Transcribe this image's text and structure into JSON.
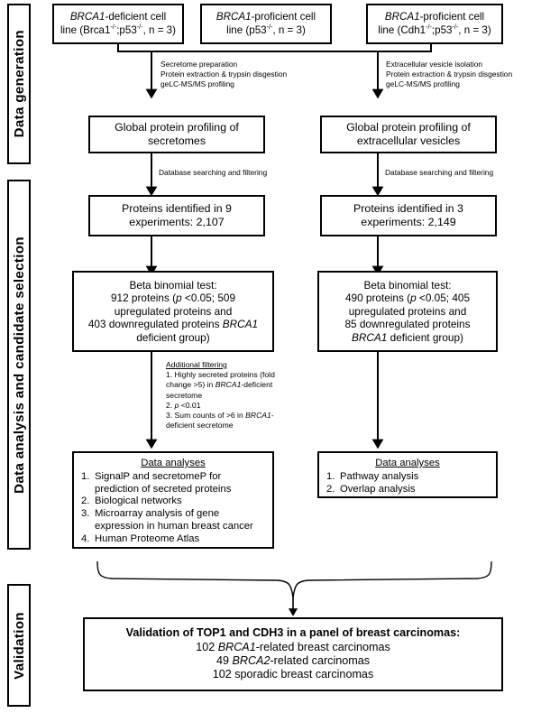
{
  "figure": {
    "type": "flowchart",
    "title": "Proteomics study workflow: BRCA1-deficient vs BRCA1-proficient cell lines"
  },
  "phases": [
    {
      "id": "data-generation",
      "label": "Data generation"
    },
    {
      "id": "data-analysis",
      "label": "Data analysis and candidate selection"
    },
    {
      "id": "validation",
      "label": "Validation"
    }
  ],
  "cell_lines": [
    {
      "id": "brca1-deficient",
      "line1_a": "BRCA1",
      "line1_b": "-deficient cell",
      "line2_pre": "line (Brca1",
      "line2_sup1": "-/-",
      "line2_mid": ";p53",
      "line2_sup2": "-/-",
      "line2_post": ", n = 3)"
    },
    {
      "id": "brca1-proficient-p53",
      "line1_a": "BRCA1",
      "line1_b": "-proficient cell",
      "line2_pre": "line (p53",
      "line2_sup1": "-/-",
      "line2_mid": "",
      "line2_sup2": "",
      "line2_post": ", n = 3)"
    },
    {
      "id": "brca1-proficient-cdh1",
      "line1_a": "BRCA1",
      "line1_b": "-proficient cell",
      "line2_pre": "line (Cdh1",
      "line2_sup1": "-/-",
      "line2_mid": ";p53",
      "line2_sup2": "-/-",
      "line2_post": ", n = 3)"
    }
  ],
  "arrow_notes": {
    "left_prep": {
      "line1": "Secretome preparation",
      "line2": "Protein extraction & trypsin disgestion",
      "line3": "geLC-MS/MS profiling"
    },
    "right_prep": {
      "line1": "Extracellular vesicle isolation",
      "line2": "Protein extraction & trypsin disgestion",
      "line3": "geLC-MS/MS profiling"
    },
    "db_left": "Database searching and filtering",
    "db_right": "Database searching and filtering",
    "additional_filtering": {
      "heading": "Additional filtering",
      "item1_a": "1. Highly secreted proteins (fold",
      "item1_b_pre": "change >5) in ",
      "item1_b_em": "BRCA1",
      "item1_b_post": "-deficient",
      "item1_c": "secretome",
      "item2_pre": "2. ",
      "item2_em": "p",
      "item2_post": " <0.01",
      "item3_a_pre": "3. Sum counts of >6 in ",
      "item3_a_em": "BRCA1",
      "item3_a_post": "-",
      "item3_b": "deficient secretome"
    }
  },
  "profiling_boxes": [
    {
      "id": "profiling-secretomes",
      "line1": "Global protein profiling of",
      "line2": "secretomes"
    },
    {
      "id": "profiling-vesicles",
      "line1": "Global protein profiling of",
      "line2": "extracellular vesicles"
    }
  ],
  "identified_boxes": [
    {
      "id": "identified-secretomes",
      "line1": "Proteins identified in 9",
      "line2": "experiments: 2,107",
      "experiments": 9,
      "proteins": 2107
    },
    {
      "id": "identified-vesicles",
      "line1": "Proteins identified in 3",
      "line2": "experiments: 2,149",
      "experiments": 3,
      "proteins": 2149
    }
  ],
  "beta_binomial": [
    {
      "id": "beta-binomial-secretomes",
      "title": "Beta binomial test:",
      "l1_a": "912 proteins (",
      "l1_em": "p",
      "l1_b": " <0.05; 509",
      "l2": "upregulated proteins and",
      "l3_a": "403 downregulated proteins ",
      "l3_em": "BRCA1",
      "l3_b": "",
      "l4_a": "",
      "l4_em": "",
      "l4_b": "deficient group)",
      "total_significant": 912,
      "upregulated": 509,
      "downregulated": 403,
      "p_threshold": "<0.05"
    },
    {
      "id": "beta-binomial-vesicles",
      "title": "Beta binomial test:",
      "l1_a": "490 proteins (",
      "l1_em": "p",
      "l1_b": " <0.05; 405",
      "l2": "upregulated proteins and",
      "l3_a": "85 downregulated proteins ",
      "l3_em": "",
      "l3_b": "",
      "l4_a": "",
      "l4_em": "BRCA1",
      "l4_b": " deficient group)",
      "total_significant": 490,
      "upregulated": 405,
      "downregulated": 85,
      "p_threshold": "<0.05"
    }
  ],
  "analyses_left": {
    "id": "data-analyses-secretomes",
    "title": "Data analyses",
    "items": [
      {
        "num": "1.",
        "l1": "SignalP and secretomeP for",
        "l2": "prediction of secreted proteins"
      },
      {
        "num": "2.",
        "l1": "Biological networks",
        "l2": ""
      },
      {
        "num": "3.",
        "l1": "Microarray analysis of gene",
        "l2": "expression in human breast cancer"
      },
      {
        "num": "4.",
        "l1": "Human Proteome Atlas",
        "l2": ""
      }
    ]
  },
  "analyses_right": {
    "id": "data-analyses-vesicles",
    "title": "Data analyses",
    "items": [
      {
        "num": "1.",
        "l1": "Pathway analysis",
        "l2": ""
      },
      {
        "num": "2.",
        "l1": "Overlap analysis",
        "l2": ""
      }
    ]
  },
  "validation_box": {
    "id": "validation-panel",
    "headline": "Validation of TOP1 and CDH3 in a panel of breast carcinomas:",
    "row1_a": "102 ",
    "row1_em": "BRCA1",
    "row1_b": "-related breast carcinomas",
    "row2_a": "49 ",
    "row2_em": "BRCA2",
    "row2_b": "-related carcinomas",
    "row3": "102 sporadic breast carcinomas",
    "counts": {
      "brca1_related": 102,
      "brca2_related": 49,
      "sporadic": 102
    },
    "markers": [
      "TOP1",
      "CDH3"
    ]
  },
  "colors": {
    "stroke": "#000000",
    "background": "#ffffff"
  }
}
